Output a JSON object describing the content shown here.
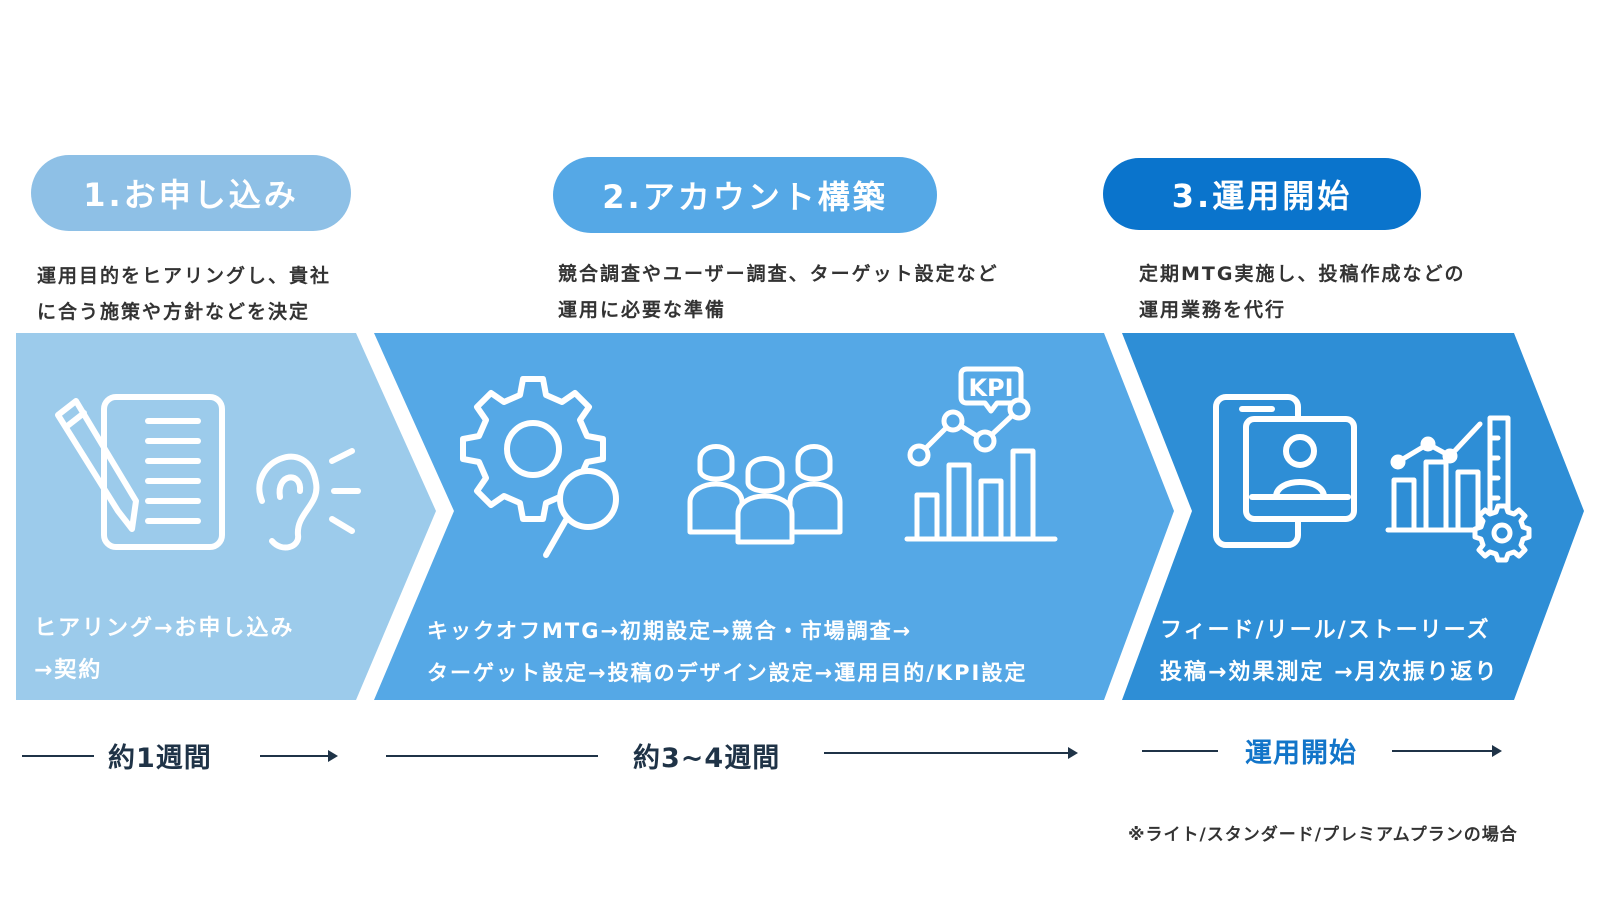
{
  "colors": {
    "step1_light": "#9ccbeb",
    "step1_pill": "#8ec0e6",
    "step2": "#55a8e6",
    "step3": "#2e8ed6",
    "step3_pill": "#0a74cc",
    "timeline": "#1f3347",
    "highlight": "#1275c9"
  },
  "steps": [
    {
      "title": "1.お申し込み",
      "description": "運用目的をヒアリングし、貴社\nに合う施策や方針などを決定",
      "flow": "ヒアリング→お申し込み\n→契約",
      "icons": [
        "document-pencil-icon",
        "ear-listening-icon"
      ]
    },
    {
      "title": "2.アカウント構築",
      "description": "競合調査やユーザー調査、ターゲット設定など\n運用に必要な準備",
      "flow": "キックオフMTG→初期設定→競合・市場調査→\nターゲット設定→投稿のデザイン設定→運用目的/KPI設定",
      "icons": [
        "gear-magnifier-icon",
        "user-group-icon",
        "kpi-chart-icon"
      ],
      "kpi_label": "KPI"
    },
    {
      "title": "3.運用開始",
      "description": "定期MTG実施し、投稿作成などの\n運用業務を代行",
      "flow": "フィード/リール/ストーリーズ\n投稿→効果測定 →月次振り返り",
      "icons": [
        "smartphone-profile-icon",
        "chart-gear-icon"
      ]
    }
  ],
  "timeline": {
    "step1": "約1週間",
    "step2": "約3~4週間",
    "step3": "運用開始"
  },
  "note": "※ライト/スタンダード/プレミアムプランの場合"
}
